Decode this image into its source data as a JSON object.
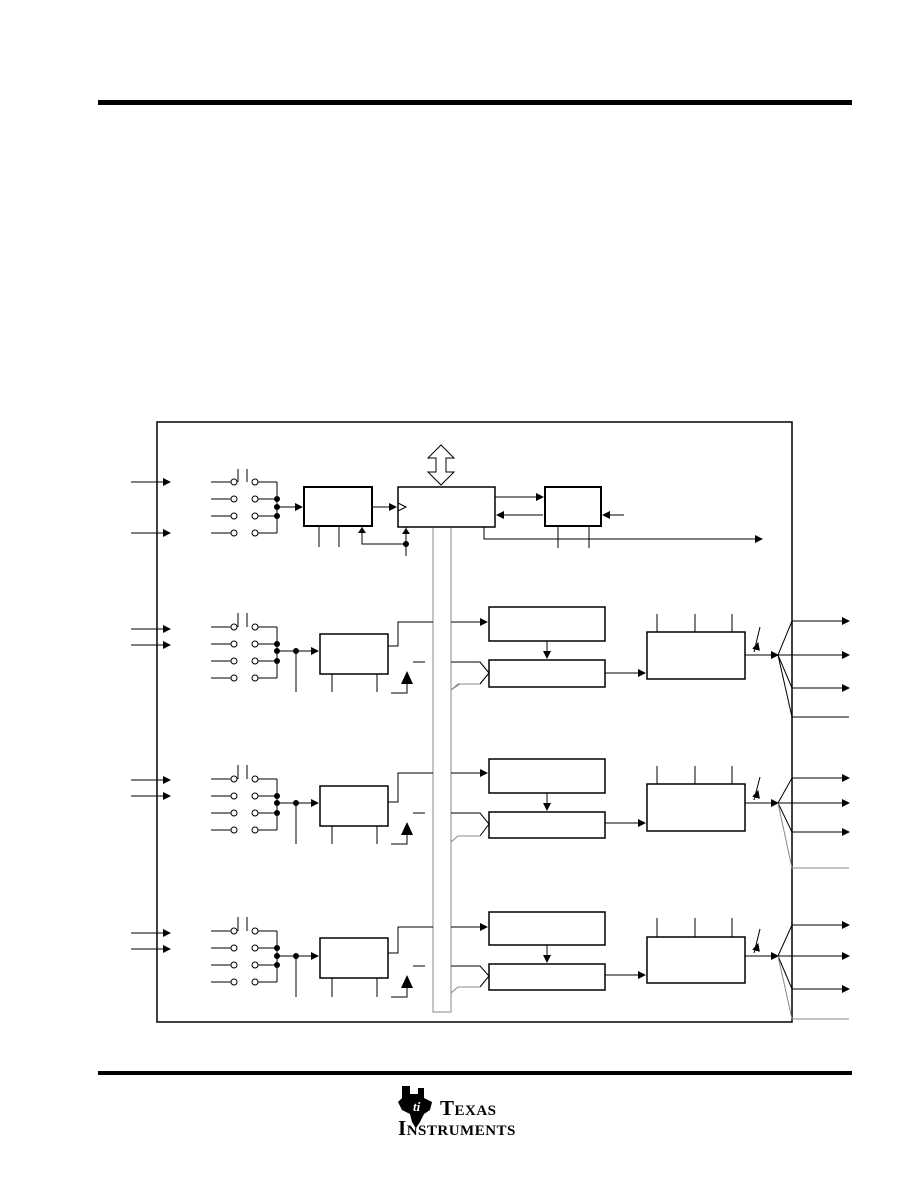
{
  "footer": {
    "logo_line1_initial": "T",
    "logo_line1_rest": "EXAS",
    "logo_line2_initial": "I",
    "logo_line2_rest": "NSTRUMENTS",
    "logo_emblem": "ti-state-emblem"
  },
  "colors": {
    "ink": "#000000",
    "bus": "#888888",
    "page": "#ffffff"
  }
}
